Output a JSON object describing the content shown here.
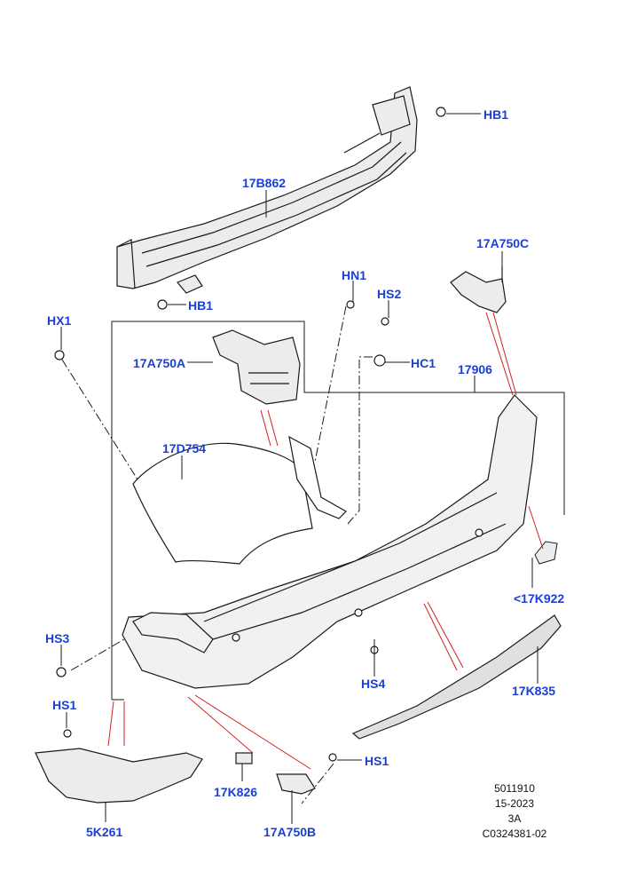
{
  "callouts": {
    "hb1_top": "HB1",
    "b862": "17B862",
    "a750c": "17A750C",
    "hb1_mid": "HB1",
    "hn1": "HN1",
    "hs2": "HS2",
    "hx1": "HX1",
    "a750a": "17A750A",
    "hc1": "HC1",
    "b17906": "17906",
    "d754": "17D754",
    "k922": "<17K922",
    "hs3": "HS3",
    "hs4": "HS4",
    "k835": "17K835",
    "hs1_left": "HS1",
    "hs1_right": "HS1",
    "k826": "17K826",
    "k5261": "5K261",
    "a750b": "17A750B"
  },
  "footer": {
    "line1": "5011910",
    "line2": "15-2023",
    "line3": "3A",
    "line4": "C0324381-02"
  },
  "colors": {
    "callout": "#1a3fd6",
    "leader_red": "#d42020",
    "outline": "#1a1a1a",
    "part_fill": "#ececec"
  }
}
